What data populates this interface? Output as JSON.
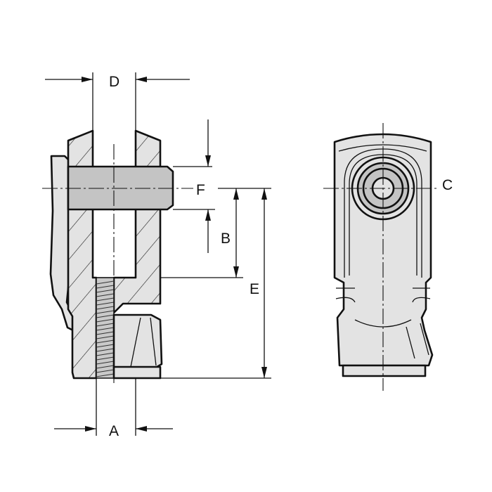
{
  "labels": {
    "D": "D",
    "F": "F",
    "B": "B",
    "E": "E",
    "A": "A",
    "C": "C"
  },
  "colors": {
    "part_fill": "#e3e3e3",
    "pin_fill": "#c4c4c4",
    "outline": "#111111"
  }
}
